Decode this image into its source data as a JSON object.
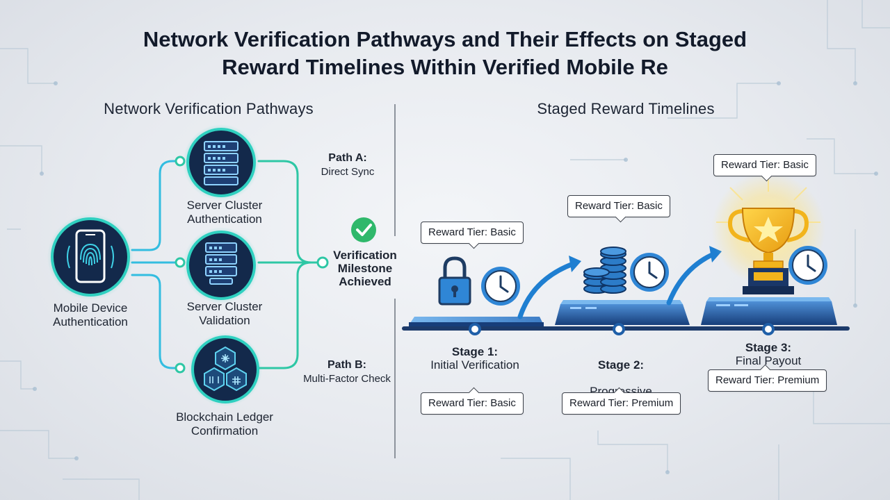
{
  "title": {
    "line1": "Network Verification Pathways and Their Effects on Staged",
    "line2": "Reward Timelines Within Verified Mobile Re"
  },
  "left_heading": "Network Verification Pathways",
  "right_heading": "Staged Reward Timelines",
  "nodes": {
    "mobile": "Mobile Device\nAuthentication",
    "server_auth": "Server Cluster\nAuthentication",
    "server_valid": "Server Cluster\nValidation",
    "blockchain": "Blockchain Ledger\nConfirmation"
  },
  "paths": {
    "a_title": "Path A:",
    "a_desc": "Direct Sync",
    "b_title": "Path B:",
    "b_desc": "Multi-Factor Check"
  },
  "milestone": "Verification\nMilestone\nAchieved",
  "stages": [
    {
      "title": "Stage 1:",
      "desc": "Initial Verification",
      "tier_above": "Reward Tier: Basic",
      "tier_below": "Reward Tier: Basic"
    },
    {
      "title": "Stage 2:",
      "desc": "Progressive\nAccumulation",
      "tier_above": "Reward Tier: Basic",
      "tier_below": "Reward Tier: Premium"
    },
    {
      "title": "Stage 3:",
      "desc": "Final Payout",
      "tier_above": "Reward Tier: Basic",
      "tier_below": "Reward Tier: Premium"
    }
  ],
  "icons": {
    "mobile": "fingerprint-phone-icon",
    "server1": "server-rack-icon",
    "server2": "server-rack-icon",
    "blockchain": "blockchain-hexagon-icon",
    "milestone": "check-circle-icon",
    "stage1_lock": "padlock-icon",
    "stage1_clock": "clock-icon",
    "stage2_coins": "coin-stack-icon",
    "stage2_clock": "clock-icon",
    "stage3_trophy": "trophy-icon",
    "stage3_clock": "clock-icon"
  },
  "colors": {
    "teal": "#2ec7a5",
    "cyan": "#2fb6d6",
    "navy": "#13294b",
    "platform": "#1f5fa8",
    "gold": "#f2b41c",
    "check": "#2fb86b"
  }
}
